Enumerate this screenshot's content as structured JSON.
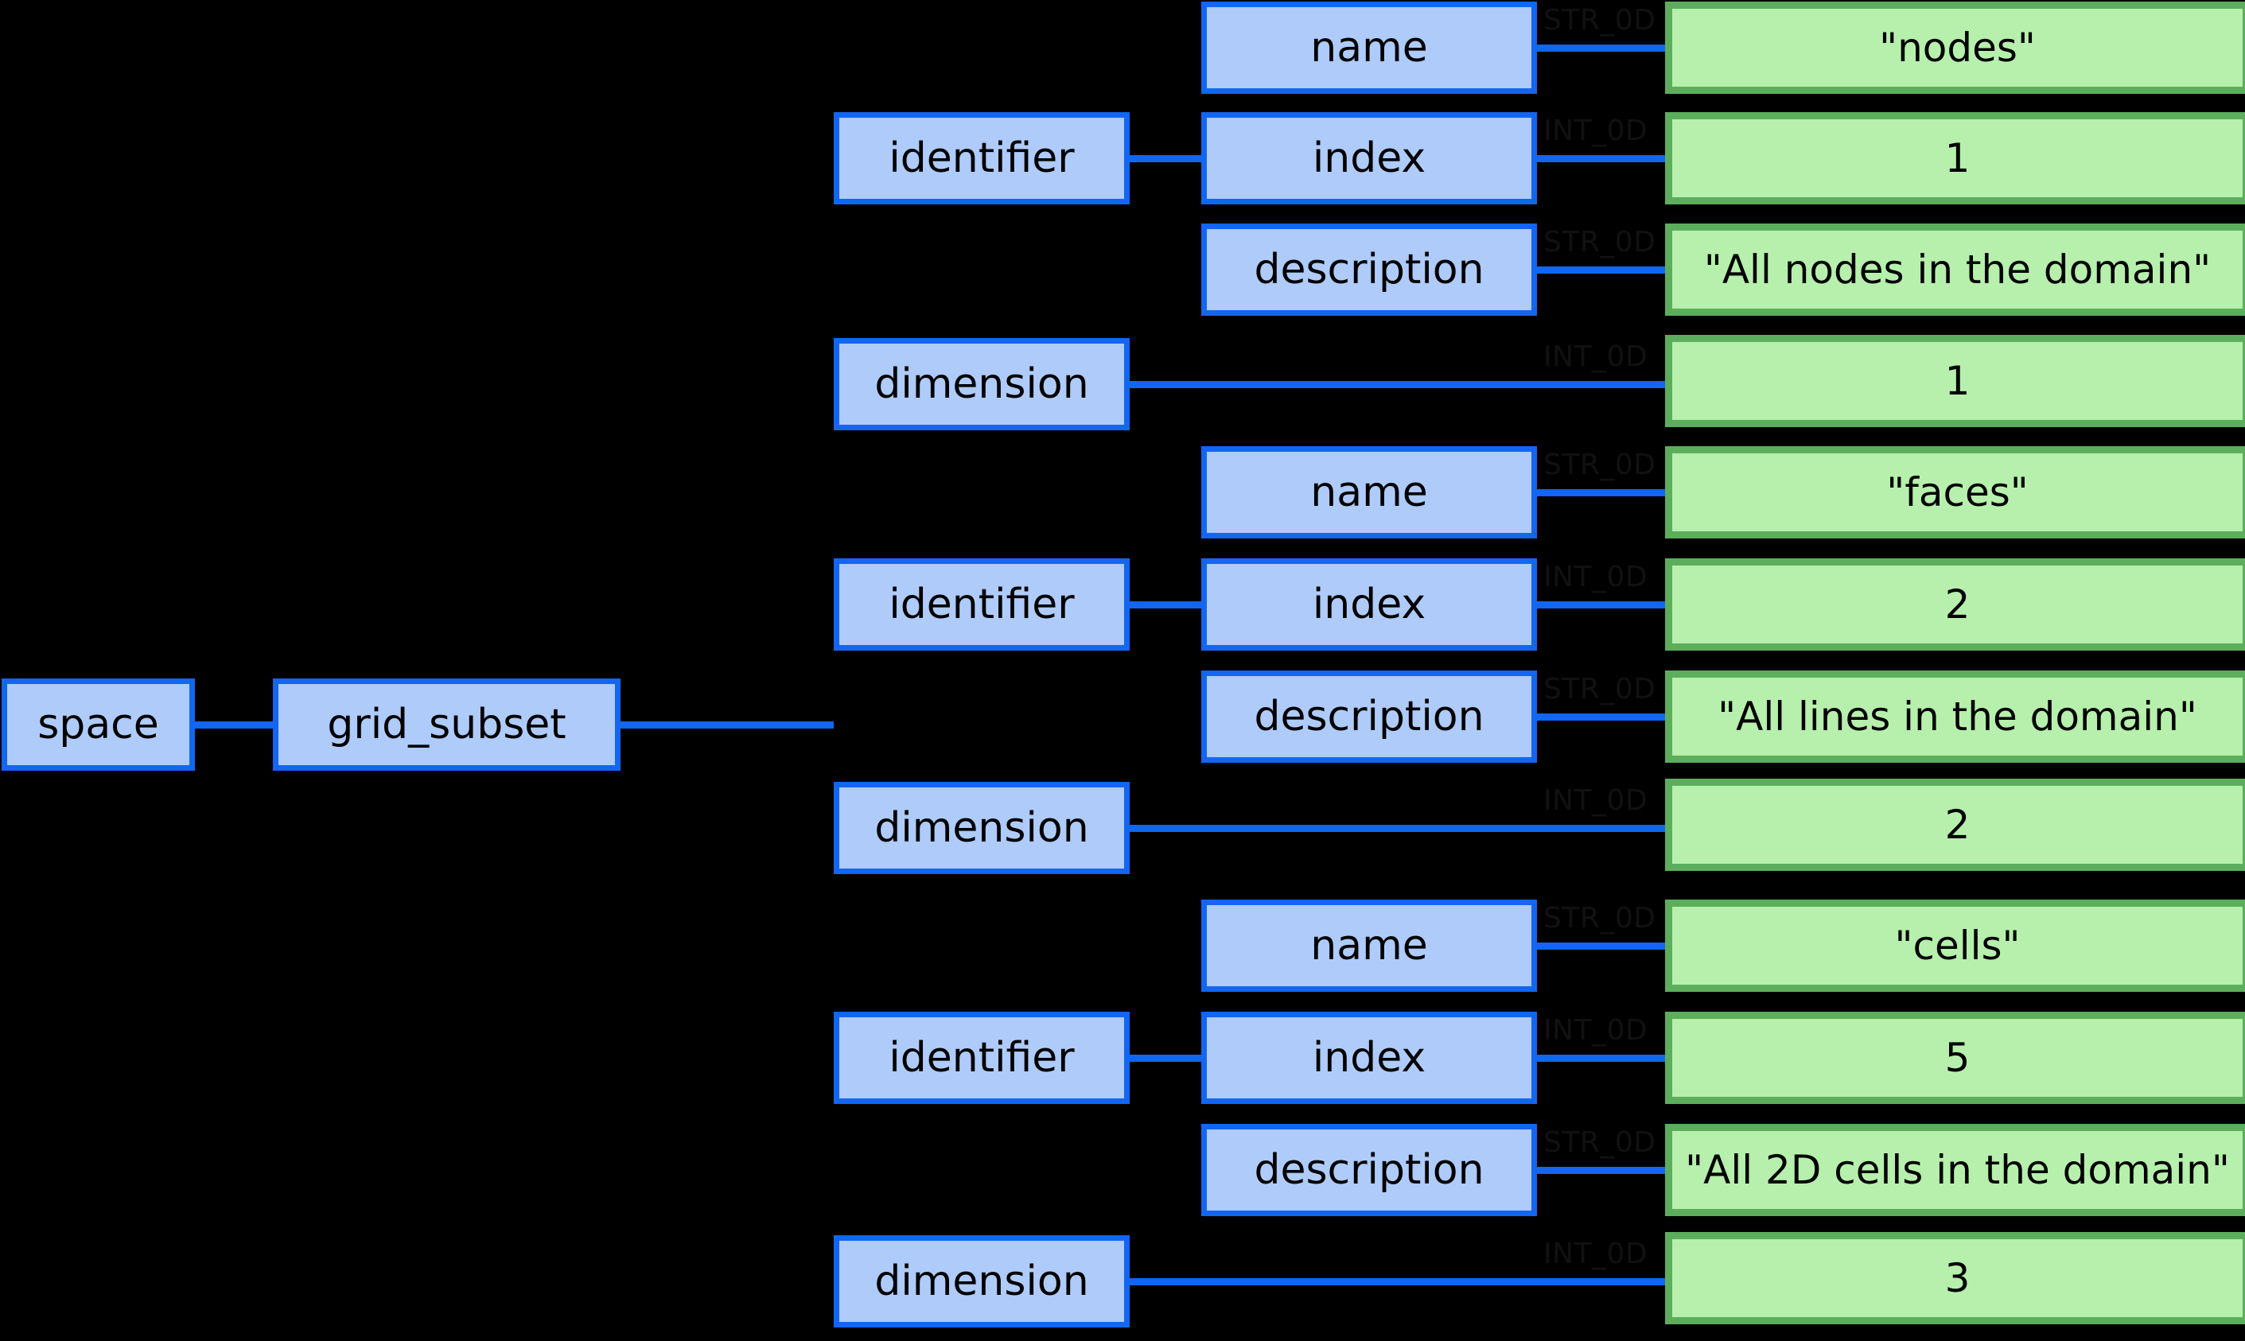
{
  "diagram": {
    "type": "tree",
    "background": "#000000",
    "palette": {
      "structure_fill": "#AECBFA",
      "structure_border": "#1266F1",
      "value_fill": "#B6F0AC",
      "value_border": "#5CAE5C",
      "edge_label": "#111111",
      "text": "#000000"
    },
    "root": {
      "label": "space"
    },
    "branch": {
      "label": "grid_subset"
    },
    "groups": [
      {
        "identifier": {
          "label": "identifier"
        },
        "fields": [
          {
            "label": "name",
            "type": "STR_0D",
            "value": "\"nodes\""
          },
          {
            "label": "index",
            "type": "INT_0D",
            "value": "1"
          },
          {
            "label": "description",
            "type": "STR_0D",
            "value": "\"All nodes in the domain\""
          }
        ],
        "dimension": {
          "label": "dimension",
          "type": "INT_0D",
          "value": "1"
        }
      },
      {
        "identifier": {
          "label": "identifier"
        },
        "fields": [
          {
            "label": "name",
            "type": "STR_0D",
            "value": "\"faces\""
          },
          {
            "label": "index",
            "type": "INT_0D",
            "value": "2"
          },
          {
            "label": "description",
            "type": "STR_0D",
            "value": "\"All lines in the domain\""
          }
        ],
        "dimension": {
          "label": "dimension",
          "type": "INT_0D",
          "value": "2"
        }
      },
      {
        "identifier": {
          "label": "identifier"
        },
        "fields": [
          {
            "label": "name",
            "type": "STR_0D",
            "value": "\"cells\""
          },
          {
            "label": "index",
            "type": "INT_0D",
            "value": "5"
          },
          {
            "label": "description",
            "type": "STR_0D",
            "value": "\"All 2D cells in the domain\""
          }
        ],
        "dimension": {
          "label": "dimension",
          "type": "INT_0D",
          "value": "3"
        }
      }
    ]
  }
}
